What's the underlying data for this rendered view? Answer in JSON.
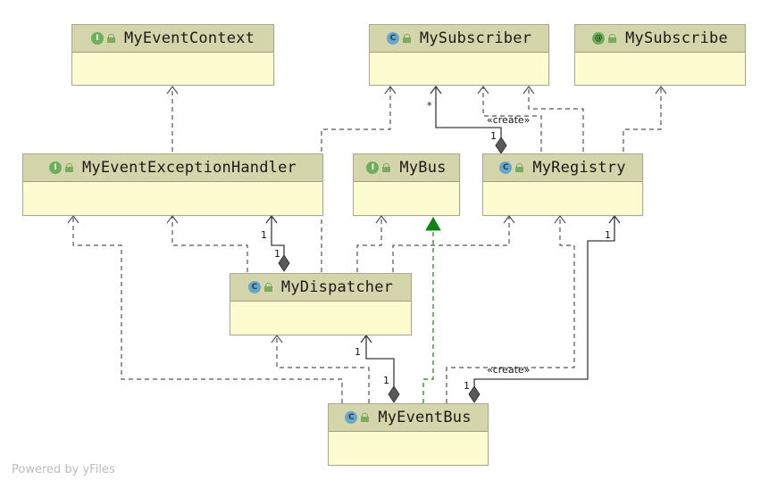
{
  "nodes": {
    "ctx": {
      "kind": "I",
      "name": "MyEventContext"
    },
    "sub": {
      "kind": "C",
      "name": "MySubscriber"
    },
    "ann": {
      "kind": "@",
      "name": "MySubscribe"
    },
    "handler": {
      "kind": "I",
      "name": "MyEventExceptionHandler"
    },
    "bus": {
      "kind": "I",
      "name": "MyBus"
    },
    "reg": {
      "kind": "C",
      "name": "MyRegistry"
    },
    "disp": {
      "kind": "C",
      "name": "MyDispatcher"
    },
    "ebus": {
      "kind": "C",
      "name": "MyEventBus"
    }
  },
  "labels": {
    "star": "*",
    "create1": "«create»",
    "one_reg_sub": "1",
    "one_handler_a": "1",
    "one_handler_b": "1",
    "one_reg_ebus": "1",
    "one_disp_a": "1",
    "one_disp_b": "1",
    "create2": "«create»",
    "one_ebus_reg": "1"
  },
  "colors": {
    "dependency": "#555555",
    "realization": "#138013",
    "association": "#3a3a3a",
    "header": "#d5d5ab",
    "body": "#fdfbd0"
  },
  "footer": "Powered by yFiles"
}
